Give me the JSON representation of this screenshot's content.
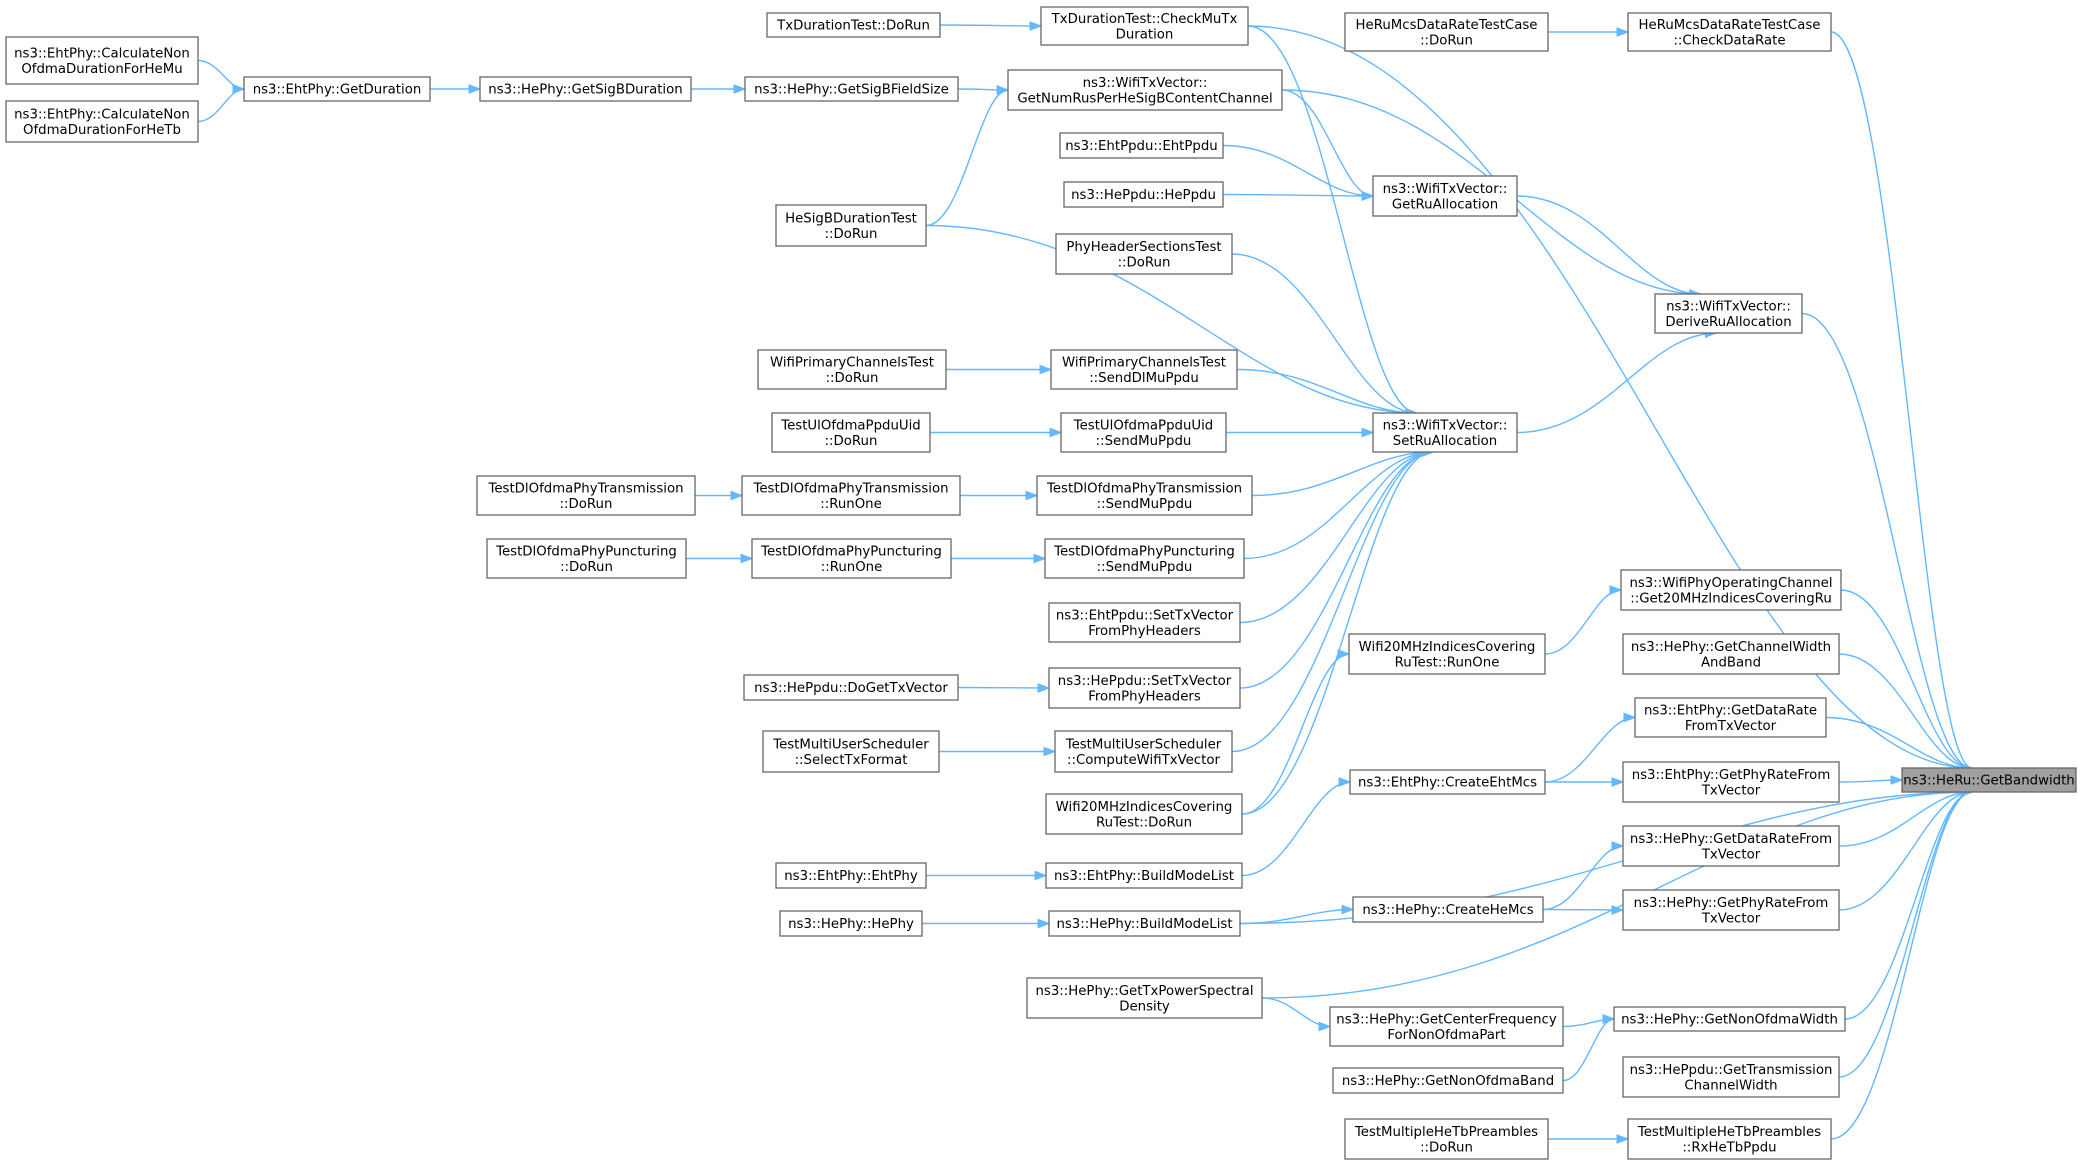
{
  "graph": {
    "type": "call-graph",
    "root": "ns3::HeRu::GetBandwidth",
    "nodes": [
      {
        "id": "root",
        "lines": [
          "ns3::HeRu::GetBandwidth"
        ]
      },
      {
        "id": "calcHeMu",
        "lines": [
          "ns3::EhtPhy::CalculateNon",
          "OfdmaDurationForHeMu"
        ]
      },
      {
        "id": "calcHeTb",
        "lines": [
          "ns3::EhtPhy::CalculateNon",
          "OfdmaDurationForHeTb"
        ]
      },
      {
        "id": "ehtGetDuration",
        "lines": [
          "ns3::EhtPhy::GetDuration"
        ]
      },
      {
        "id": "getSigBDuration",
        "lines": [
          "ns3::HePhy::GetSigBDuration"
        ]
      },
      {
        "id": "getSigBFieldSize",
        "lines": [
          "ns3::HePhy::GetSigBFieldSize"
        ]
      },
      {
        "id": "getNumRus",
        "lines": [
          "ns3::WifiTxVector::",
          "GetNumRusPerHeSigBContentChannel"
        ]
      },
      {
        "id": "txDurDoRun",
        "lines": [
          "TxDurationTest::DoRun"
        ]
      },
      {
        "id": "checkMuTx",
        "lines": [
          "TxDurationTest::CheckMuTx",
          "Duration"
        ]
      },
      {
        "id": "heRuMcsDoRun",
        "lines": [
          "HeRuMcsDataRateTestCase",
          "::DoRun"
        ]
      },
      {
        "id": "checkDataRate",
        "lines": [
          "HeRuMcsDataRateTestCase",
          "::CheckDataRate"
        ]
      },
      {
        "id": "ehtPpduCtor",
        "lines": [
          "ns3::EhtPpdu::EhtPpdu"
        ]
      },
      {
        "id": "hePpduCtor",
        "lines": [
          "ns3::HePpdu::HePpdu"
        ]
      },
      {
        "id": "getRuAlloc",
        "lines": [
          "ns3::WifiTxVector::",
          "GetRuAllocation"
        ]
      },
      {
        "id": "heSigBDoRun",
        "lines": [
          "HeSigBDurationTest",
          "::DoRun"
        ]
      },
      {
        "id": "phyHdrDoRun",
        "lines": [
          "PhyHeaderSectionsTest",
          "::DoRun"
        ]
      },
      {
        "id": "deriveRu",
        "lines": [
          "ns3::WifiTxVector::",
          "DeriveRuAllocation"
        ]
      },
      {
        "id": "primDoRun",
        "lines": [
          "WifiPrimaryChannelsTest",
          "::DoRun"
        ]
      },
      {
        "id": "primSendDl",
        "lines": [
          "WifiPrimaryChannelsTest",
          "::SendDlMuPpdu"
        ]
      },
      {
        "id": "ulUidDoRun",
        "lines": [
          "TestUlOfdmaPpduUid",
          "::DoRun"
        ]
      },
      {
        "id": "ulUidSend",
        "lines": [
          "TestUlOfdmaPpduUid",
          "::SendMuPpdu"
        ]
      },
      {
        "id": "setRuAlloc",
        "lines": [
          "ns3::WifiTxVector::",
          "SetRuAllocation"
        ]
      },
      {
        "id": "dlTxDoRun",
        "lines": [
          "TestDlOfdmaPhyTransmission",
          "::DoRun"
        ]
      },
      {
        "id": "dlTxRunOne",
        "lines": [
          "TestDlOfdmaPhyTransmission",
          "::RunOne"
        ]
      },
      {
        "id": "dlTxSend",
        "lines": [
          "TestDlOfdmaPhyTransmission",
          "::SendMuPpdu"
        ]
      },
      {
        "id": "dlPuncDoRun",
        "lines": [
          "TestDlOfdmaPhyPuncturing",
          "::DoRun"
        ]
      },
      {
        "id": "dlPuncRunOne",
        "lines": [
          "TestDlOfdmaPhyPuncturing",
          "::RunOne"
        ]
      },
      {
        "id": "dlPuncSend",
        "lines": [
          "TestDlOfdmaPhyPuncturing",
          "::SendMuPpdu"
        ]
      },
      {
        "id": "ehtSetTx",
        "lines": [
          "ns3::EhtPpdu::SetTxVector",
          "FromPhyHeaders"
        ]
      },
      {
        "id": "heDoGetTx",
        "lines": [
          "ns3::HePpdu::DoGetTxVector"
        ]
      },
      {
        "id": "heSetTx",
        "lines": [
          "ns3::HePpdu::SetTxVector",
          "FromPhyHeaders"
        ]
      },
      {
        "id": "selectTx",
        "lines": [
          "TestMultiUserScheduler",
          "::SelectTxFormat"
        ]
      },
      {
        "id": "computeTx",
        "lines": [
          "TestMultiUserScheduler",
          "::ComputeWifiTxVector"
        ]
      },
      {
        "id": "w20DoRun",
        "lines": [
          "Wifi20MHzIndicesCovering",
          "RuTest::DoRun"
        ]
      },
      {
        "id": "w20RunOne",
        "lines": [
          "Wifi20MHzIndicesCovering",
          "RuTest::RunOne"
        ]
      },
      {
        "id": "getIdx",
        "lines": [
          "ns3::WifiPhyOperatingChannel",
          "::Get20MHzIndicesCoveringRu"
        ]
      },
      {
        "id": "getChWidthBand",
        "lines": [
          "ns3::HePhy::GetChannelWidth",
          "AndBand"
        ]
      },
      {
        "id": "ehtGetDataRate",
        "lines": [
          "ns3::EhtPhy::GetDataRate",
          "FromTxVector"
        ]
      },
      {
        "id": "ehtCreateMcs",
        "lines": [
          "ns3::EhtPhy::CreateEhtMcs"
        ]
      },
      {
        "id": "ehtGetPhyRate",
        "lines": [
          "ns3::EhtPhy::GetPhyRateFrom",
          "TxVector"
        ]
      },
      {
        "id": "ehtCtor",
        "lines": [
          "ns3::EhtPhy::EhtPhy"
        ]
      },
      {
        "id": "ehtBuild",
        "lines": [
          "ns3::EhtPhy::BuildModeList"
        ]
      },
      {
        "id": "heGetDataRate",
        "lines": [
          "ns3::HePhy::GetDataRateFrom",
          "TxVector"
        ]
      },
      {
        "id": "heCtor",
        "lines": [
          "ns3::HePhy::HePhy"
        ]
      },
      {
        "id": "heBuild",
        "lines": [
          "ns3::HePhy::BuildModeList"
        ]
      },
      {
        "id": "heCreateMcs",
        "lines": [
          "ns3::HePhy::CreateHeMcs"
        ]
      },
      {
        "id": "heGetPhyRate",
        "lines": [
          "ns3::HePhy::GetPhyRateFrom",
          "TxVector"
        ]
      },
      {
        "id": "txPsd",
        "lines": [
          "ns3::HePhy::GetTxPowerSpectral",
          "Density"
        ]
      },
      {
        "id": "centerFreq",
        "lines": [
          "ns3::HePhy::GetCenterFrequency",
          "ForNonOfdmaPart"
        ]
      },
      {
        "id": "nonOfdmaWidth",
        "lines": [
          "ns3::HePhy::GetNonOfdmaWidth"
        ]
      },
      {
        "id": "nonOfdmaBand",
        "lines": [
          "ns3::HePhy::GetNonOfdmaBand"
        ]
      },
      {
        "id": "hePpduTxWidth",
        "lines": [
          "ns3::HePpdu::GetTransmission",
          "ChannelWidth"
        ]
      },
      {
        "id": "multiDoRun",
        "lines": [
          "TestMultipleHeTbPreambles",
          "::DoRun"
        ]
      },
      {
        "id": "multiRx",
        "lines": [
          "TestMultipleHeTbPreambles",
          "::RxHeTbPpdu"
        ]
      }
    ],
    "edges": [
      [
        "calcHeMu",
        "ehtGetDuration"
      ],
      [
        "calcHeTb",
        "ehtGetDuration"
      ],
      [
        "ehtGetDuration",
        "getSigBDuration"
      ],
      [
        "getSigBDuration",
        "getSigBFieldSize"
      ],
      [
        "getSigBFieldSize",
        "getNumRus"
      ],
      [
        "heSigBDoRun",
        "getNumRus"
      ],
      [
        "txDurDoRun",
        "checkMuTx"
      ],
      [
        "heRuMcsDoRun",
        "checkDataRate"
      ],
      [
        "getNumRus",
        "getRuAlloc"
      ],
      [
        "getNumRus",
        "deriveRu"
      ],
      [
        "ehtPpduCtor",
        "getRuAlloc"
      ],
      [
        "hePpduCtor",
        "getRuAlloc"
      ],
      [
        "getRuAlloc",
        "deriveRu"
      ],
      [
        "checkMuTx",
        "setRuAlloc"
      ],
      [
        "heSigBDoRun",
        "setRuAlloc"
      ],
      [
        "phyHdrDoRun",
        "setRuAlloc"
      ],
      [
        "primDoRun",
        "primSendDl"
      ],
      [
        "primSendDl",
        "setRuAlloc"
      ],
      [
        "ulUidDoRun",
        "ulUidSend"
      ],
      [
        "ulUidSend",
        "setRuAlloc"
      ],
      [
        "dlTxDoRun",
        "dlTxRunOne"
      ],
      [
        "dlTxRunOne",
        "dlTxSend"
      ],
      [
        "dlTxSend",
        "setRuAlloc"
      ],
      [
        "dlPuncDoRun",
        "dlPuncRunOne"
      ],
      [
        "dlPuncRunOne",
        "dlPuncSend"
      ],
      [
        "dlPuncSend",
        "setRuAlloc"
      ],
      [
        "ehtSetTx",
        "setRuAlloc"
      ],
      [
        "heDoGetTx",
        "heSetTx"
      ],
      [
        "heSetTx",
        "setRuAlloc"
      ],
      [
        "selectTx",
        "computeTx"
      ],
      [
        "computeTx",
        "setRuAlloc"
      ],
      [
        "w20DoRun",
        "setRuAlloc"
      ],
      [
        "setRuAlloc",
        "deriveRu"
      ],
      [
        "w20DoRun",
        "w20RunOne"
      ],
      [
        "w20RunOne",
        "getIdx"
      ],
      [
        "ehtCreateMcs",
        "ehtGetDataRate"
      ],
      [
        "ehtCreateMcs",
        "ehtGetPhyRate"
      ],
      [
        "ehtCtor",
        "ehtBuild"
      ],
      [
        "ehtBuild",
        "ehtCreateMcs"
      ],
      [
        "heCreateMcs",
        "heGetDataRate"
      ],
      [
        "heCreateMcs",
        "heGetPhyRate"
      ],
      [
        "heCtor",
        "heBuild"
      ],
      [
        "heBuild",
        "heCreateMcs"
      ],
      [
        "txPsd",
        "centerFreq"
      ],
      [
        "centerFreq",
        "nonOfdmaWidth"
      ],
      [
        "nonOfdmaBand",
        "nonOfdmaWidth"
      ],
      [
        "multiDoRun",
        "multiRx"
      ],
      [
        "checkMuTx",
        "root"
      ],
      [
        "checkDataRate",
        "root"
      ],
      [
        "deriveRu",
        "root"
      ],
      [
        "getIdx",
        "root"
      ],
      [
        "getChWidthBand",
        "root"
      ],
      [
        "ehtGetDataRate",
        "root"
      ],
      [
        "ehtGetPhyRate",
        "root"
      ],
      [
        "heGetDataRate",
        "root"
      ],
      [
        "heGetPhyRate",
        "root"
      ],
      [
        "heBuild",
        "root"
      ],
      [
        "txPsd",
        "root"
      ],
      [
        "nonOfdmaWidth",
        "root"
      ],
      [
        "hePpduTxWidth",
        "root"
      ],
      [
        "multiRx",
        "root"
      ]
    ]
  }
}
